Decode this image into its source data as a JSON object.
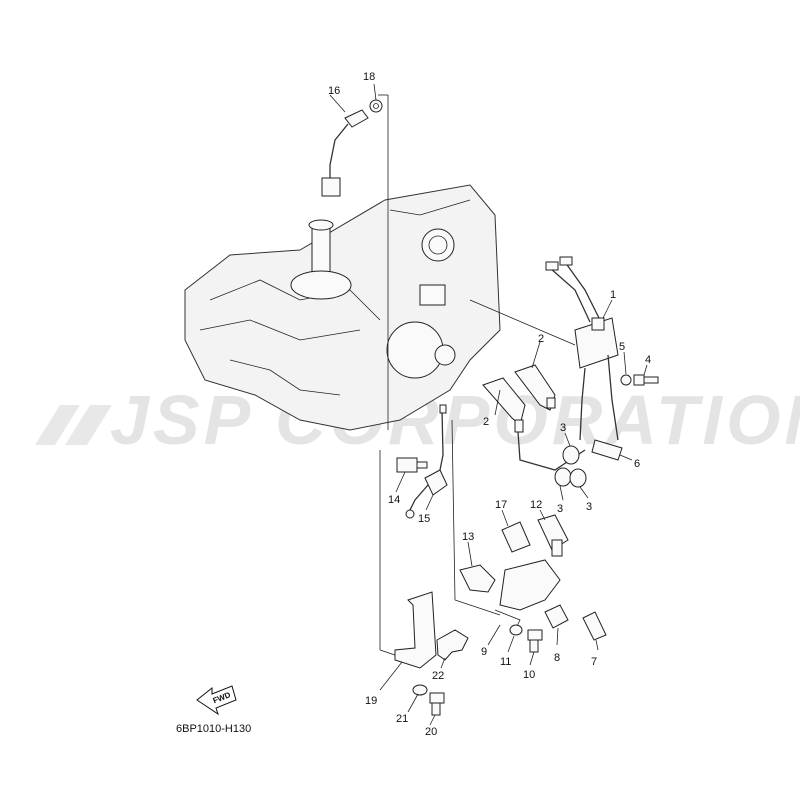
{
  "diagram": {
    "code": "6BP1010-H130",
    "watermark": "JSP CORPORATION",
    "direction_label": "FWD",
    "callouts": [
      "1",
      "2",
      "2",
      "3",
      "3",
      "3",
      "4",
      "5",
      "6",
      "7",
      "8",
      "9",
      "10",
      "11",
      "12",
      "13",
      "14",
      "15",
      "16",
      "17",
      "18",
      "19",
      "20",
      "21",
      "22"
    ]
  }
}
